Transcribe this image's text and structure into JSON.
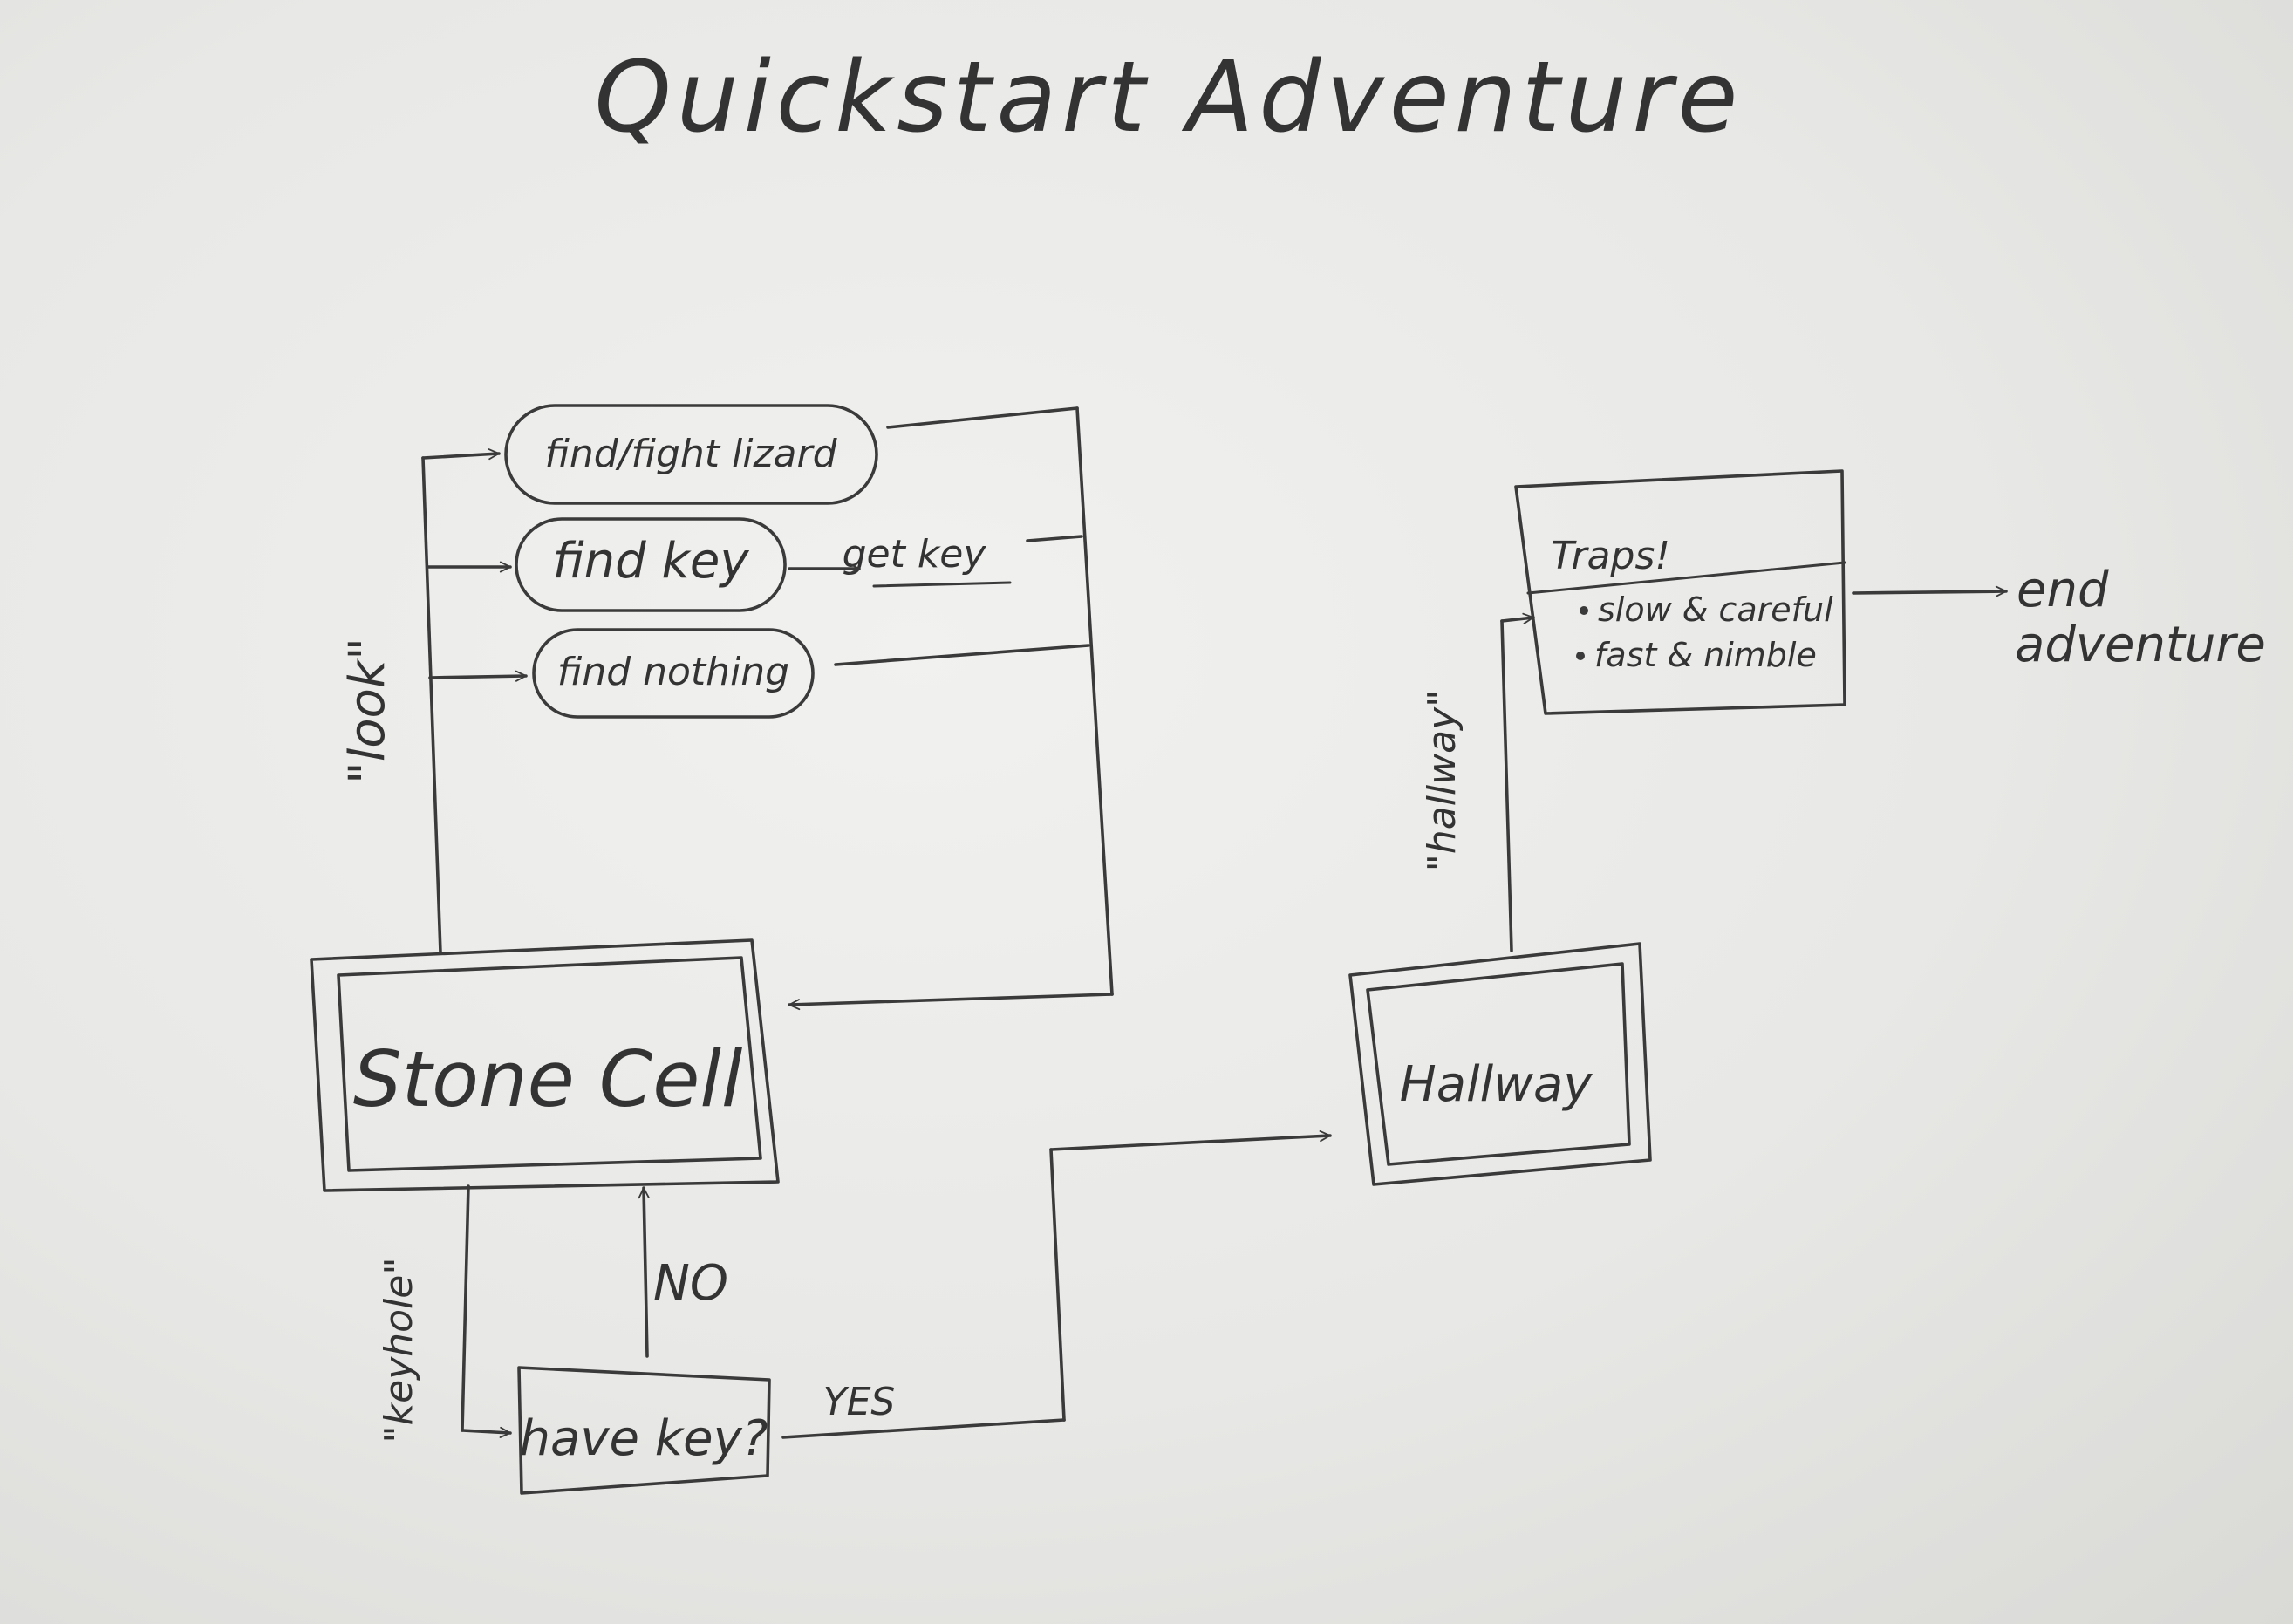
{
  "title": "Quickstart Adventure",
  "nodes": {
    "stone_cell": "Stone Cell",
    "hallway": "Hallway",
    "find_fight_lizard": "find/fight lizard",
    "find_key": "find key",
    "find_nothing": "find nothing",
    "have_key": "have key?",
    "traps_header": "Traps!",
    "traps_options": [
      "slow & careful",
      "fast & nimble"
    ],
    "end_adventure_line1": "end",
    "end_adventure_line2": "adventure"
  },
  "edge_labels": {
    "look": "\"look\"",
    "keyhole": "\"keyhole\"",
    "hallway": "\"hallway\"",
    "get_key": "get key",
    "no": "NO",
    "yes": "YES"
  },
  "colors": {
    "ink": "#3a3a3a",
    "paper": "#eeeeec"
  }
}
